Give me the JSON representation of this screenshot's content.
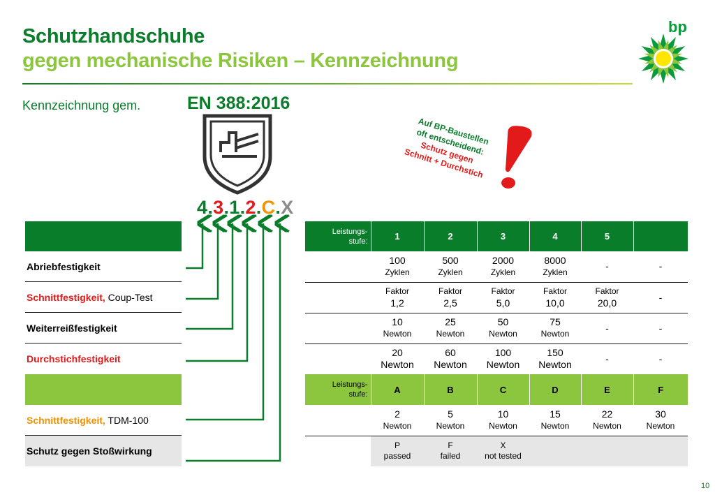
{
  "title": {
    "line1": "Schutzhandschuhe",
    "line2": "gegen mechanische Risiken – Kennzeichnung"
  },
  "logo": {
    "text": "bp",
    "icon": "bp-helios-logo-icon",
    "colors": [
      "#0a9a3c",
      "#8cc63f",
      "#ffe600"
    ]
  },
  "subtitle": {
    "left": "Kennzeichnung gem.",
    "norm": "EN 388:2016"
  },
  "pictogram": {
    "icon": "mechanical-risk-pictogram-icon"
  },
  "code": {
    "d1": "4",
    "s1": ".",
    "d2": "3",
    "s2": ".",
    "d3": "1",
    "s3": ".",
    "d4": "2",
    "s4": ".",
    "d5": "C",
    "s5": ".",
    "d6": "X"
  },
  "note": {
    "line1": "Auf BP-Baustellen",
    "line2": "oft entscheidend:",
    "line3": "Schutz gegen",
    "line4": "Schnitt + Durchstich",
    "icon": "exclamation-icon"
  },
  "left_table": {
    "row1": "Abriebfestigkeit",
    "row2_colored": "Schnittfestigkeit,",
    "row2_rest": " Coup-Test",
    "row3": "Weiterreißfestigkeit",
    "row4": "Durchstichfestigkeit",
    "row5_colored": "Schnittfestigkeit,",
    "row5_rest": " TDM-100",
    "row6": "Schutz gegen Stoßwirkung"
  },
  "right_table": {
    "level_label_1": "Leistungs-",
    "level_label_2": "stufe:",
    "levels_numeric": [
      "1",
      "2",
      "3",
      "4",
      "5",
      ""
    ],
    "abrasion": [
      {
        "v": "100",
        "u": "Zyklen"
      },
      {
        "v": "500",
        "u": "Zyklen"
      },
      {
        "v": "2000",
        "u": "Zyklen"
      },
      {
        "v": "8000",
        "u": "Zyklen"
      },
      {
        "v": "-",
        "u": ""
      },
      {
        "v": "-",
        "u": ""
      }
    ],
    "coup": [
      {
        "u": "Faktor",
        "v": "1,2"
      },
      {
        "u": "Faktor",
        "v": "2,5"
      },
      {
        "u": "Faktor",
        "v": "5,0"
      },
      {
        "u": "Faktor",
        "v": "10,0"
      },
      {
        "u": "Faktor",
        "v": "20,0"
      },
      {
        "u": "",
        "v": "-"
      }
    ],
    "tear": [
      {
        "v": "10",
        "u": "Newton"
      },
      {
        "v": "25",
        "u": "Newton"
      },
      {
        "v": "50",
        "u": "Newton"
      },
      {
        "v": "75",
        "u": "Newton"
      },
      {
        "v": "-",
        "u": ""
      },
      {
        "v": "-",
        "u": ""
      }
    ],
    "puncture": [
      {
        "v": "20",
        "u": "Newton"
      },
      {
        "v": "60",
        "u": "Newton"
      },
      {
        "v": "100",
        "u": "Newton"
      },
      {
        "v": "150",
        "u": "Newton"
      },
      {
        "v": "-",
        "u": ""
      },
      {
        "v": "-",
        "u": ""
      }
    ],
    "levels_letters": [
      "A",
      "B",
      "C",
      "D",
      "E",
      "F"
    ],
    "tdm": [
      {
        "v": "2",
        "u": "Newton"
      },
      {
        "v": "5",
        "u": "Newton"
      },
      {
        "v": "10",
        "u": "Newton"
      },
      {
        "v": "15",
        "u": "Newton"
      },
      {
        "v": "22",
        "u": "Newton"
      },
      {
        "v": "30",
        "u": "Newton"
      }
    ],
    "impact": [
      {
        "v": "P",
        "u": "passed"
      },
      {
        "v": "F",
        "u": "failed"
      },
      {
        "v": "X",
        "u": "not tested"
      }
    ]
  },
  "page_number": "10",
  "colors": {
    "dark_green": "#0a7d2b",
    "light_green": "#8cc63f",
    "red": "#e31a1a",
    "orange": "#f39200",
    "gray": "#8c8c8c"
  }
}
